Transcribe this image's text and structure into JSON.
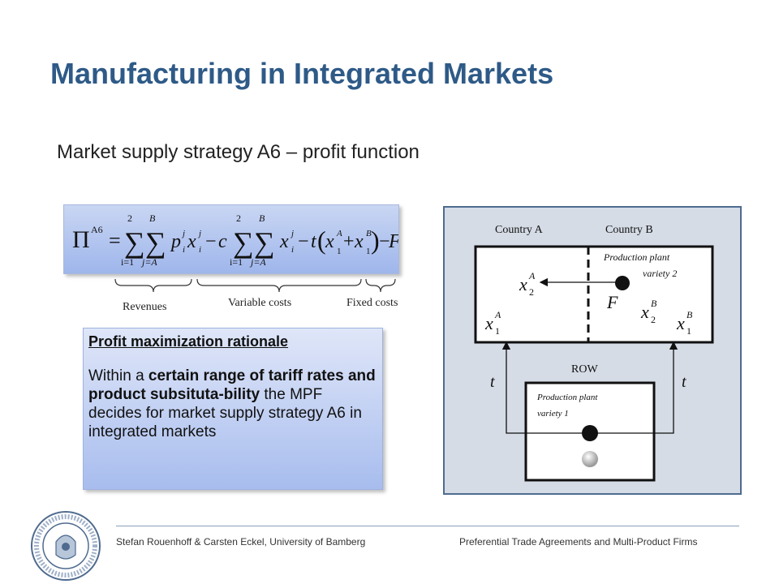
{
  "title": "Manufacturing in Integrated Markets",
  "subtitle": "Market supply strategy A6 – profit function",
  "formula": {
    "description_tokens": [
      "Π",
      "A6",
      "=",
      "∑",
      "∑",
      "p",
      "x",
      "−c",
      "∑",
      "∑",
      "x",
      "−t(x",
      "+x",
      ")−F"
    ],
    "sum_upper_i": "2",
    "sum_upper_j": "B",
    "sum_lower_i": "i=1",
    "sum_lower_j": "j=A"
  },
  "cost_labels": {
    "revenues": "Revenues",
    "variable_costs": "Variable costs",
    "fixed_costs": "Fixed costs"
  },
  "rationale": {
    "heading": "Profit maximization rationale",
    "body_pre": "Within a ",
    "body_bold": "certain range of tariff rates and product subsituta-bility",
    "body_post": " the MPF decides for market supply strategy A6 in integrated markets"
  },
  "diagram": {
    "country_a": "Country A",
    "country_b": "Country B",
    "plant2_line1": "Production plant",
    "plant2_line2": "variety 2",
    "row": "ROW",
    "plant1_line1": "Production plant",
    "plant1_line2": "variety 1",
    "fixed_cost": "F",
    "tariff_left": "t",
    "tariff_right": "t",
    "flows": [
      "x₂^A",
      "x₂^B",
      "x₁^A",
      "x₁^B"
    ]
  },
  "footer": {
    "left": "Stefan Rouenhoff & Carsten Eckel, University of Bamberg",
    "right": "Preferential Trade Agreements and Multi-Product Firms"
  },
  "colors": {
    "title": "#2e5a87",
    "diagram_bg": "#d5dce6",
    "diagram_border": "#4f6b8f",
    "box_gradient_top": "#c9d6f3",
    "box_gradient_bottom": "#9fb6ec"
  }
}
